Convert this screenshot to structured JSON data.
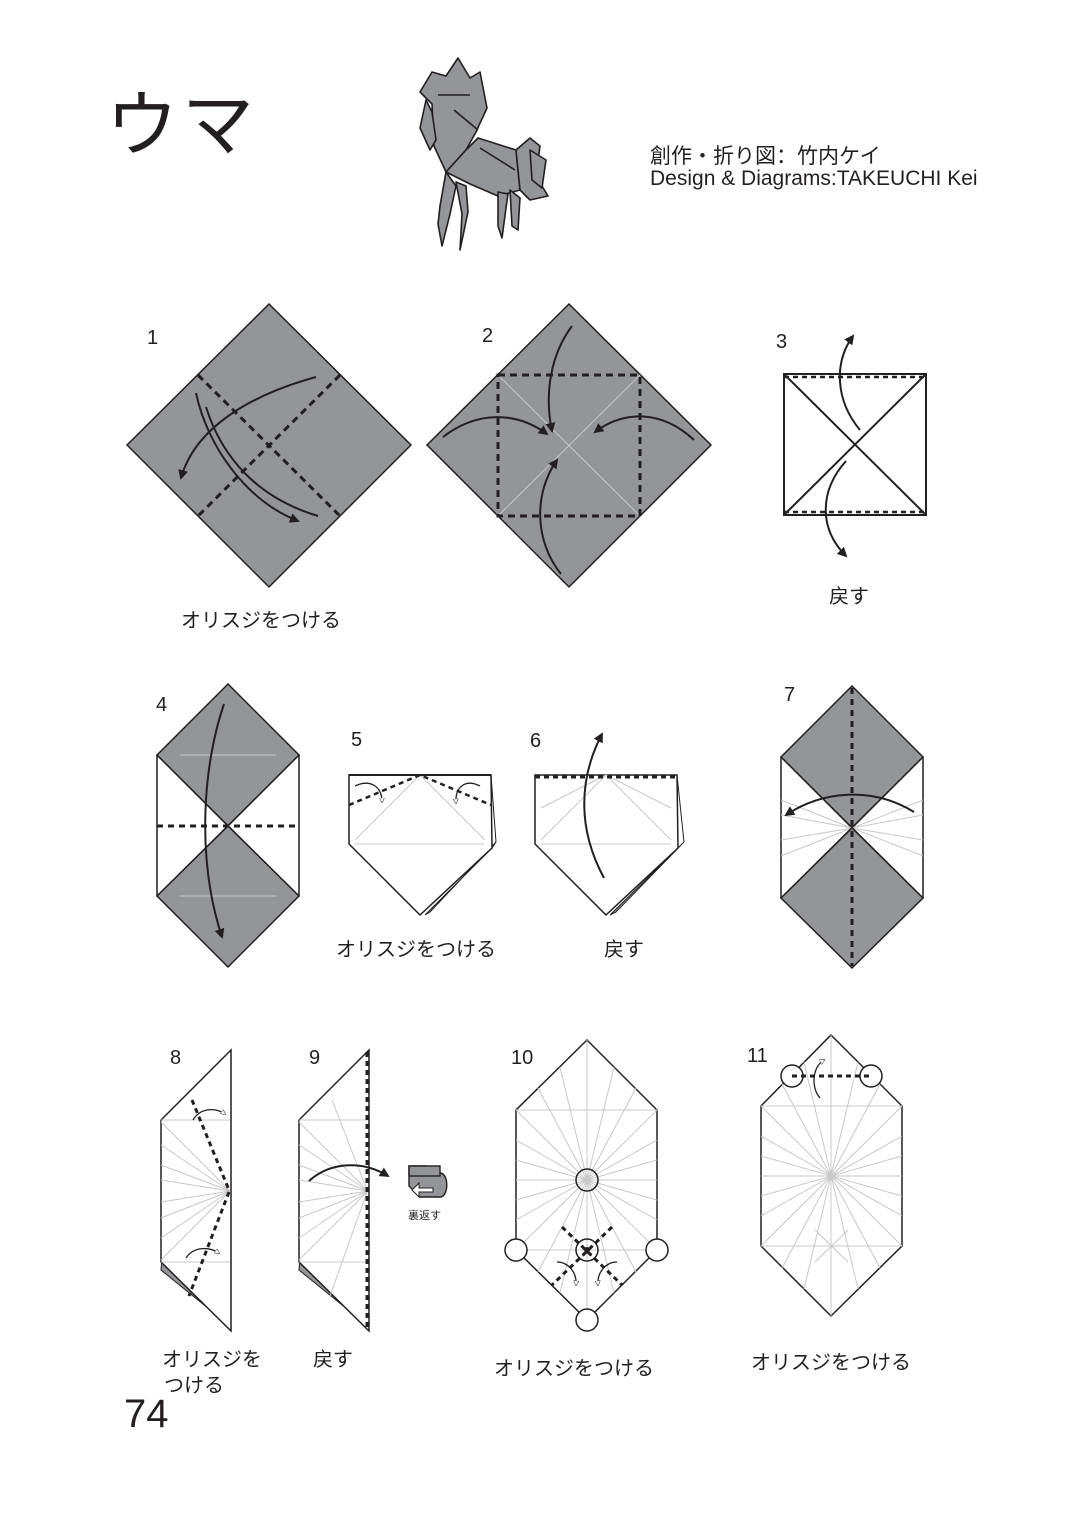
{
  "title": "ウマ",
  "credit": {
    "ja": "創作・折り図：竹内ケイ",
    "en": "Design & Diagrams:TAKEUCHI Kei"
  },
  "page_number": "74",
  "colors": {
    "paper_gray": "#939598",
    "line": "#231f20",
    "white": "#ffffff"
  },
  "steps": [
    {
      "num": "1",
      "label": "オリスジをつける"
    },
    {
      "num": "2",
      "label": ""
    },
    {
      "num": "3",
      "label": "戻す"
    },
    {
      "num": "4",
      "label": ""
    },
    {
      "num": "5",
      "label": "オリスジをつける"
    },
    {
      "num": "6",
      "label": "戻す"
    },
    {
      "num": "7",
      "label": ""
    },
    {
      "num": "8",
      "label_line1": "オリスジを",
      "label_line2": "つける"
    },
    {
      "num": "9",
      "label": "戻す"
    },
    {
      "num": "10",
      "label": "オリスジをつける"
    },
    {
      "num": "11",
      "label": "オリスジをつける"
    }
  ],
  "turn_over_label": "裏返す",
  "icons": [
    "horse-illustration",
    "turn-over-icon",
    "valley-fold-arrow",
    "reference-circle"
  ]
}
